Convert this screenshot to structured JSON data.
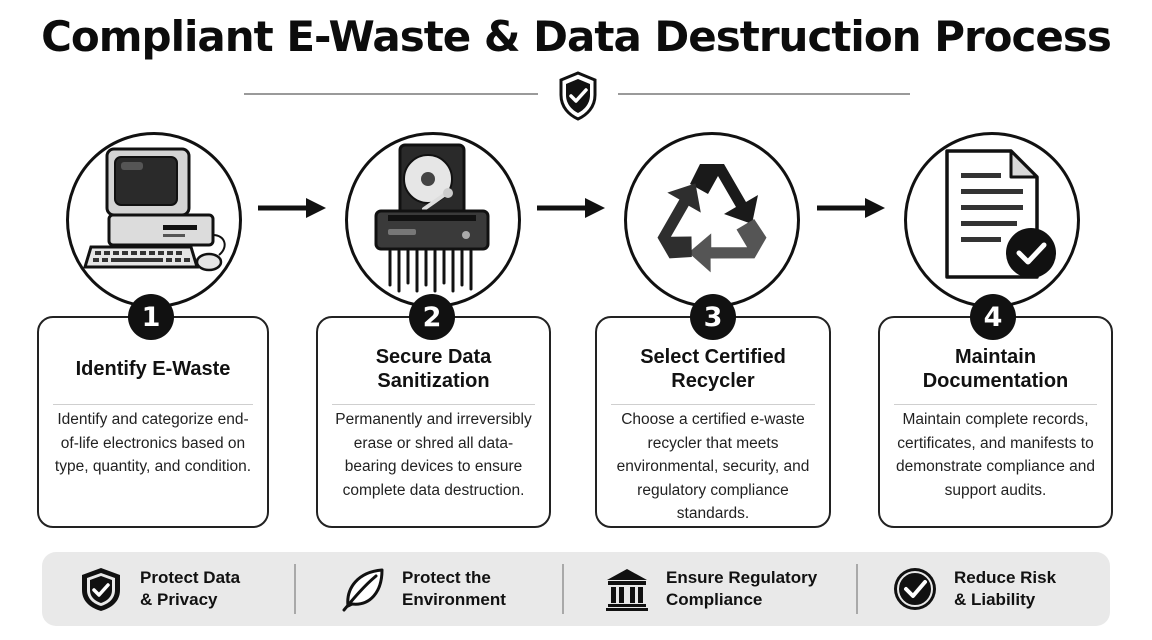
{
  "title": "Compliant E-Waste & Data Destruction Process",
  "icons": {
    "header": "shield-check-icon",
    "step1": "desktop-computer-icon",
    "step2": "hard-drive-shredder-icon",
    "step3": "recycle-icon",
    "step4": "document-check-icon",
    "arrows": "arrow-right-icon"
  },
  "steps": [
    {
      "number": "1",
      "title": "Identify E-Waste",
      "description": "Identify and categorize end-of-life electronics based on type, quantity, and condition."
    },
    {
      "number": "2",
      "title": "Secure Data Sanitization",
      "description": "Permanently and irreversibly erase or shred all data-bearing devices to ensure complete data destruction."
    },
    {
      "number": "3",
      "title": "Select Certified Recycler",
      "description": "Choose a certified e-waste recycler that meets environmental, security, and regulatory compliance standards."
    },
    {
      "number": "4",
      "title": "Maintain Documentation",
      "description": "Maintain complete records, certificates, and manifests to demonstrate compliance and support audits."
    }
  ],
  "benefits": [
    {
      "label": "Protect Data\n& Privacy",
      "icon": "shield-check-icon"
    },
    {
      "label": "Protect the\nEnvironment",
      "icon": "leaf-icon"
    },
    {
      "label": "Ensure Regulatory\nCompliance",
      "icon": "courthouse-icon"
    },
    {
      "label": "Reduce Risk\n& Liability",
      "icon": "check-circle-icon"
    }
  ],
  "colors": {
    "ink": "#111111",
    "footer_bg": "#e9e9e9",
    "rule": "#9a9a9a"
  }
}
